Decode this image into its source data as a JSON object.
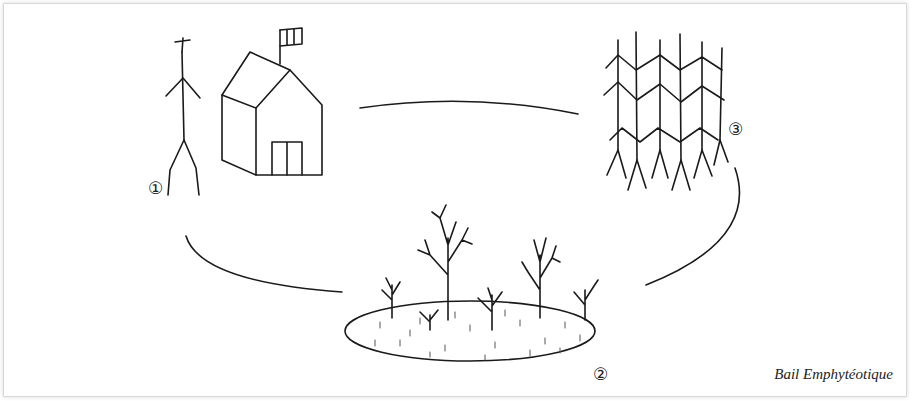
{
  "diagram": {
    "caption": "Bail Emphytéotique",
    "labels": [
      "①",
      "②",
      "③"
    ]
  }
}
